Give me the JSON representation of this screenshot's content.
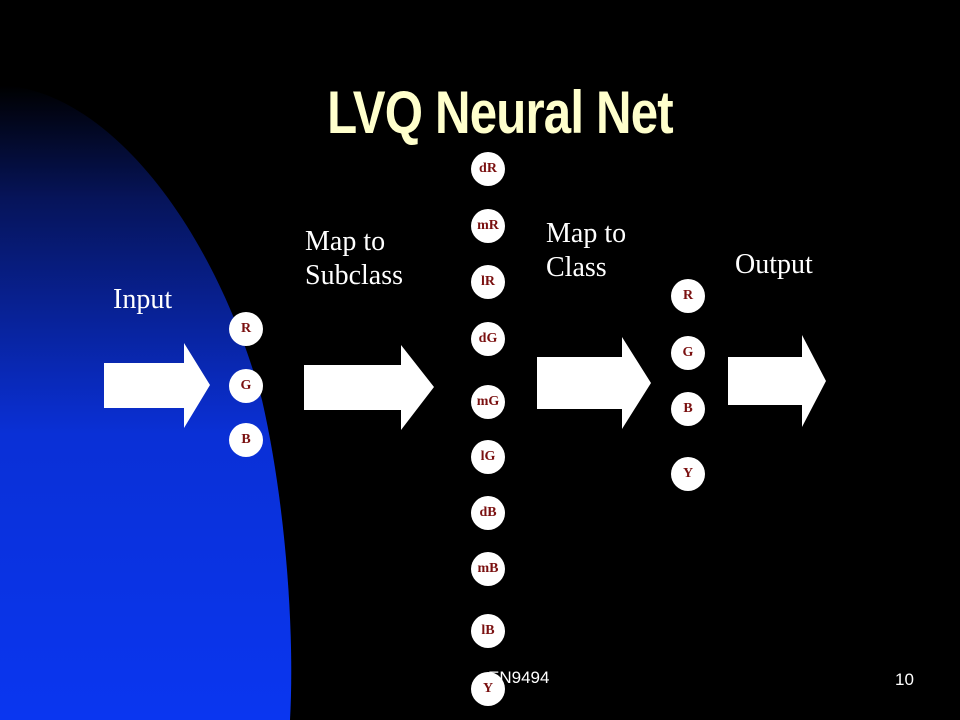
{
  "title": "LVQ Neural Net",
  "labels": {
    "input": "Input",
    "map_subclass_line1": "Map to",
    "map_subclass_line2": "Subclass",
    "map_class_line1": "Map to",
    "map_class_line2": "Class",
    "output": "Output"
  },
  "input_nodes": [
    "R",
    "G",
    "B"
  ],
  "subclass_nodes": [
    "dR",
    "mR",
    "lR",
    "dG",
    "mG",
    "lG",
    "dB",
    "mB",
    "lB",
    "Y"
  ],
  "class_nodes": [
    "R",
    "G",
    "B",
    "Y"
  ],
  "footer": {
    "code": "EN9494",
    "page": "10"
  },
  "colors": {
    "background": "#000000",
    "title": "#FFFFCC",
    "node_fill": "#FFFFFF",
    "node_text": "#7A1010",
    "blue_shape": "#0A36F0"
  }
}
